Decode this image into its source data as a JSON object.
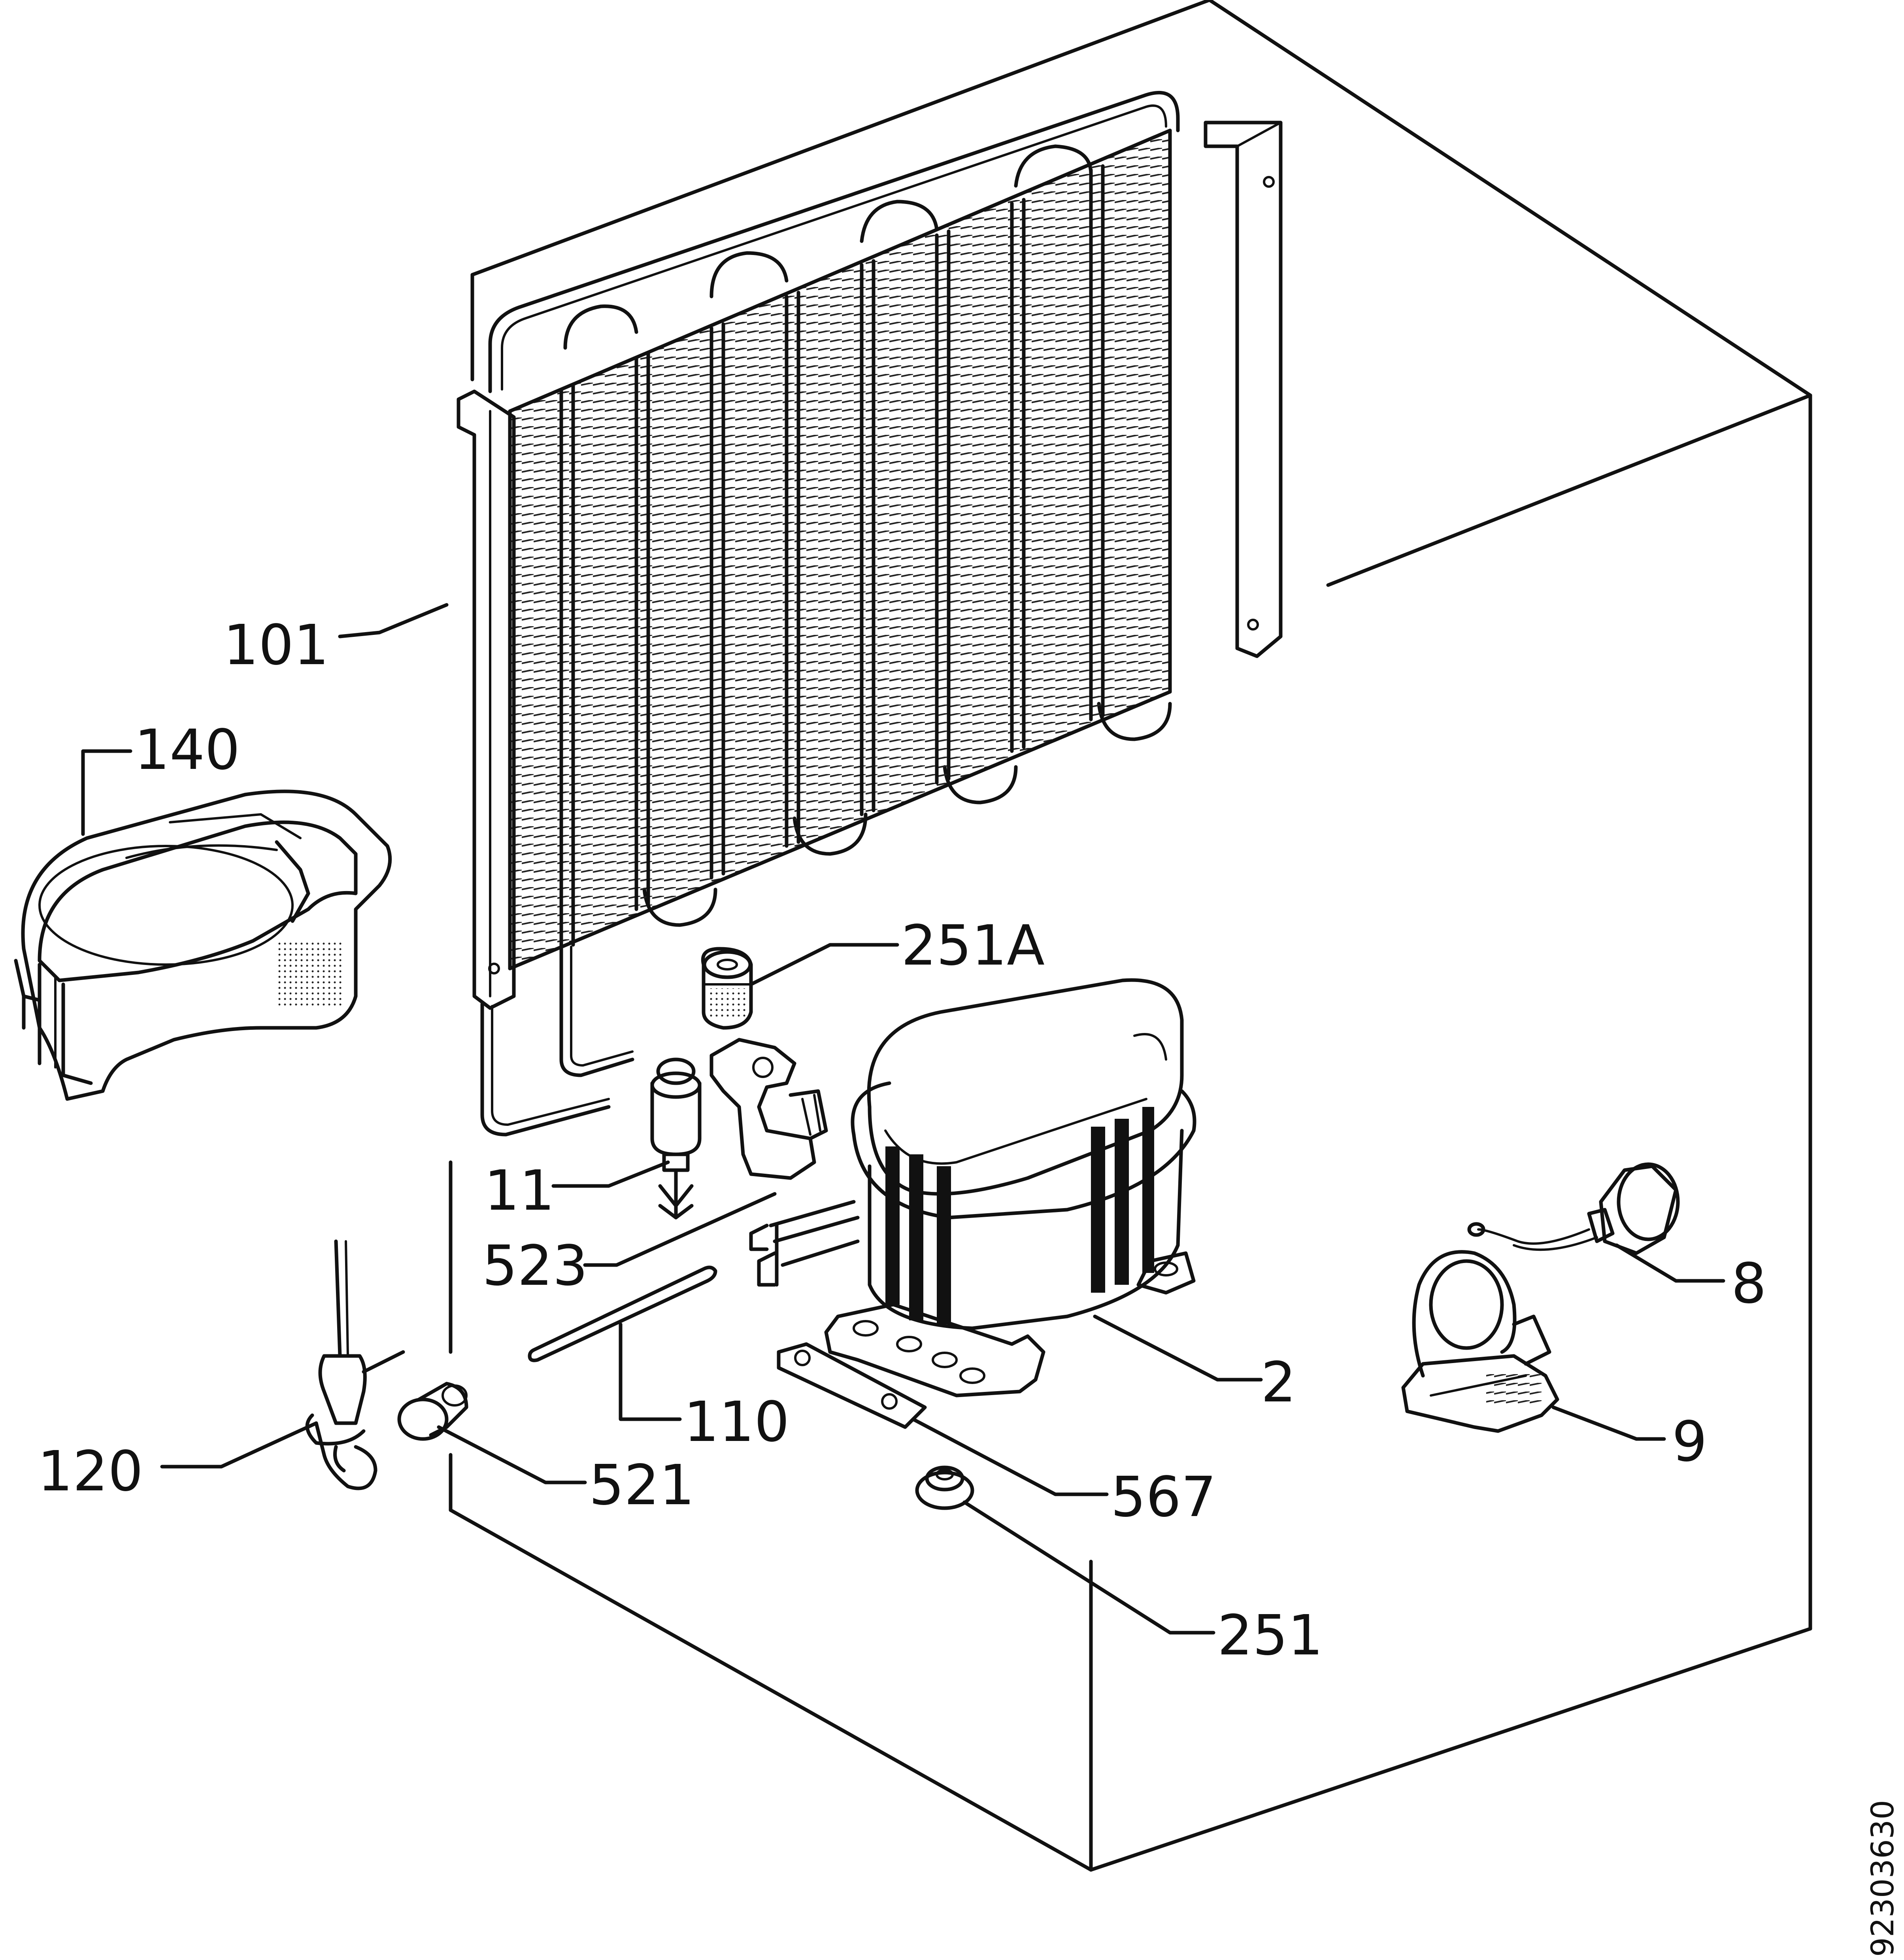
{
  "labels": {
    "l101": "101",
    "l140": "140",
    "l251a": "251A",
    "l11": "11",
    "l523": "523",
    "l8": "8",
    "l2": "2",
    "l110": "110",
    "l9": "9",
    "l120": "120",
    "l521": "521",
    "l567": "567",
    "l251": "251"
  },
  "document_number": "92303630",
  "ink_color": "#111111",
  "background_color": "#ffffff"
}
